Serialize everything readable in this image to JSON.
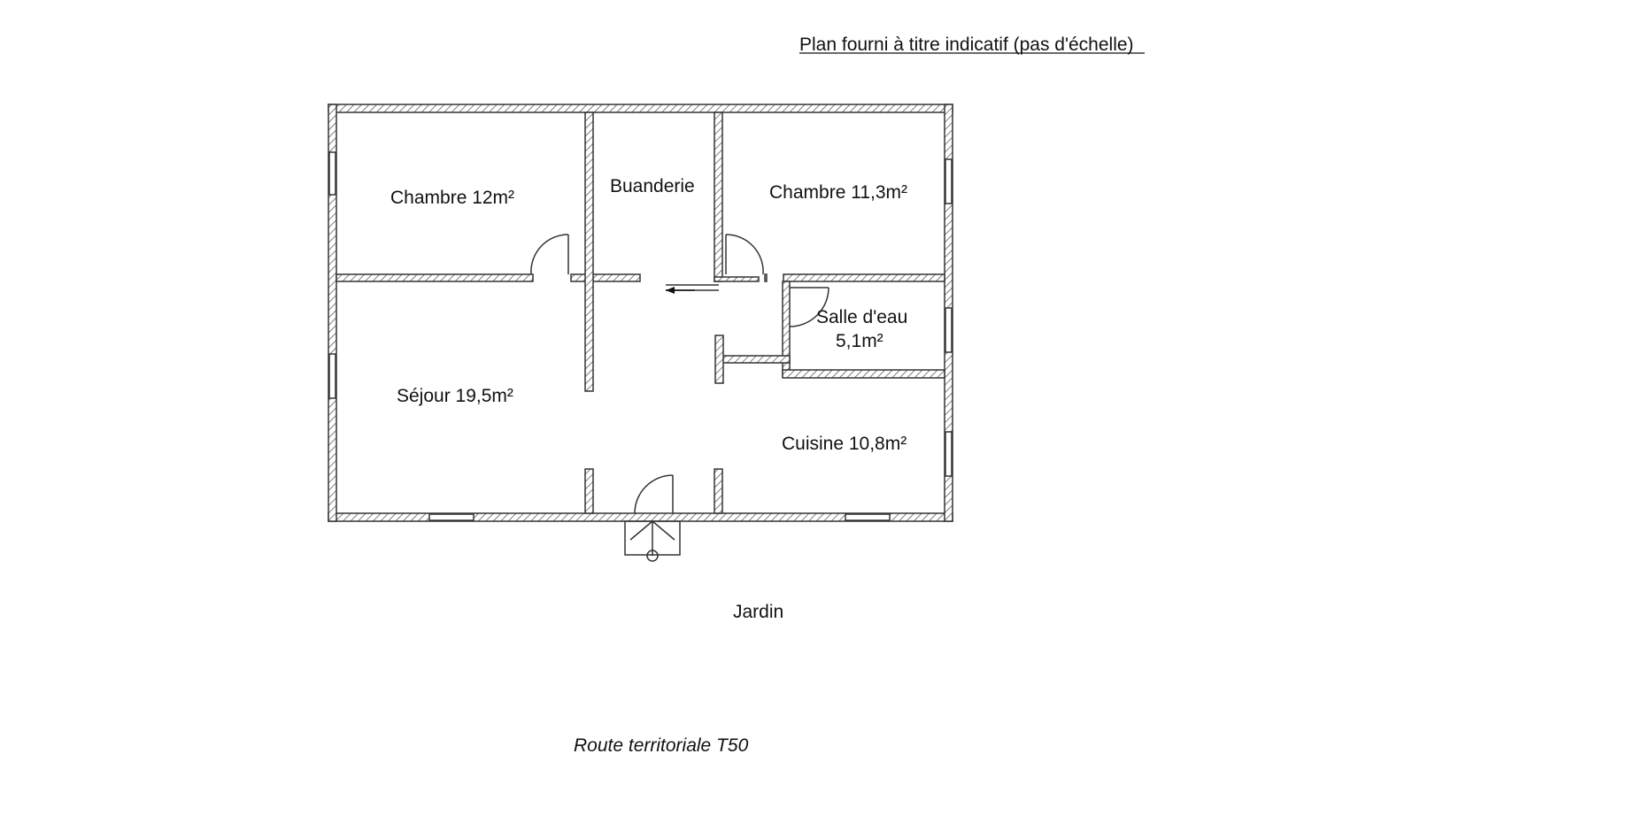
{
  "header": {
    "note": "Plan fourni à titre indicatif (pas d'échelle)"
  },
  "rooms": {
    "chambre_1": "Chambre 12m²",
    "buanderie": "Buanderie",
    "chambre_2": "Chambre 11,3m²",
    "salle_eau_line1": "Salle d'eau",
    "salle_eau_line2": "5,1m²",
    "sejour": "Séjour 19,5m²",
    "cuisine": "Cuisine 10,8m²"
  },
  "outside": {
    "jardin": "Jardin",
    "route": "Route territoriale T50"
  },
  "colors": {
    "wall_stroke": "#333333",
    "text": "#111111"
  }
}
